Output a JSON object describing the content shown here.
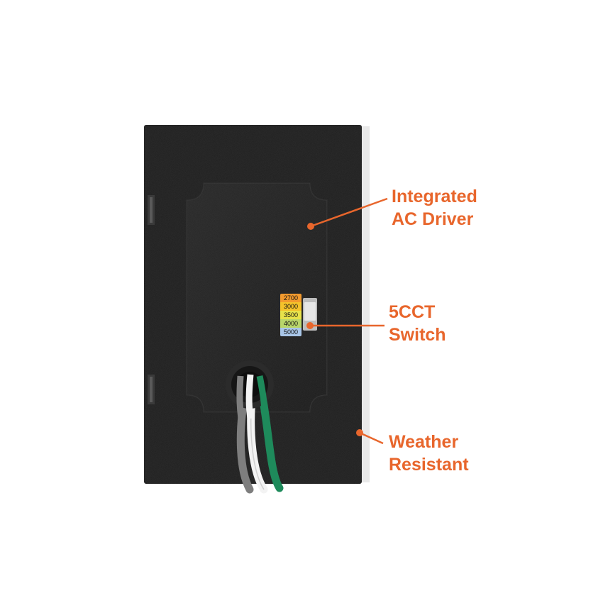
{
  "callouts": {
    "driver": {
      "line1": "Integrated",
      "line2": "AC Driver"
    },
    "switch": {
      "line1": "5CCT",
      "line2": "Switch"
    },
    "weather": {
      "line1": "Weather",
      "line2": "Resistant"
    }
  },
  "cct_levels": [
    "2700",
    "3000",
    "3500",
    "4000",
    "5000"
  ],
  "colors": {
    "accent": "#e8662c",
    "housing": "#1c1c1c",
    "wire_green": "#1e8a5b",
    "wire_white": "#f2f2f2",
    "wire_gray": "#8a8a8a",
    "cct_colors": [
      "#f29a2e",
      "#f4c22b",
      "#e8e24a",
      "#b9d66a",
      "#a9c6e8"
    ]
  }
}
